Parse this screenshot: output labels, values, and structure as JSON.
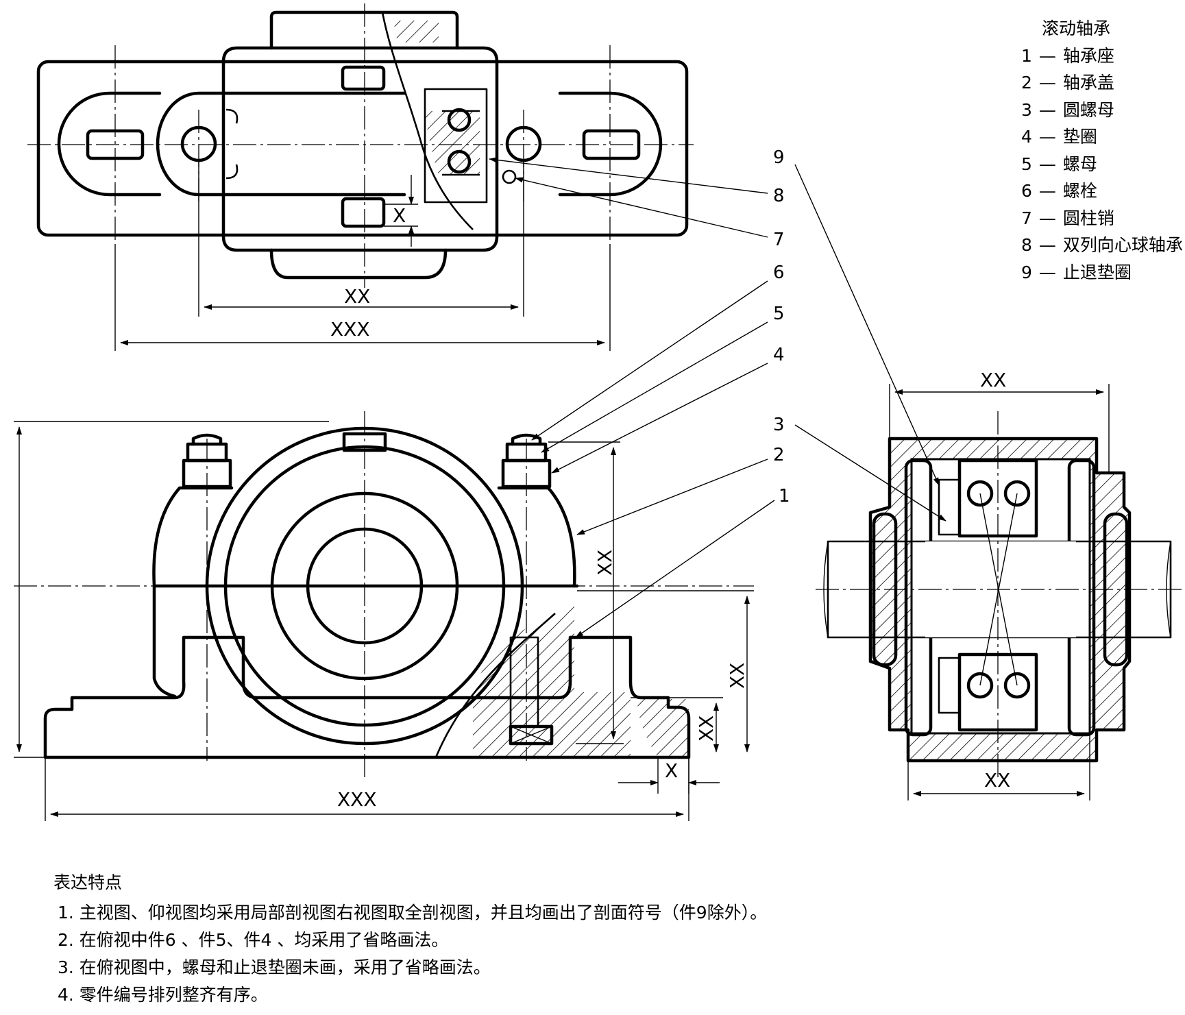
{
  "legend": {
    "title": "滚动轴承",
    "items": [
      {
        "num": "1",
        "name": "轴承座"
      },
      {
        "num": "2",
        "name": "轴承盖"
      },
      {
        "num": "3",
        "name": "圆螺母"
      },
      {
        "num": "4",
        "name": "垫圈"
      },
      {
        "num": "5",
        "name": "螺母"
      },
      {
        "num": "6",
        "name": "螺栓"
      },
      {
        "num": "7",
        "name": "圆柱销"
      },
      {
        "num": "8",
        "name": "双列向心球轴承"
      },
      {
        "num": "9",
        "name": "止退垫圈"
      }
    ],
    "dash": "—"
  },
  "dimensions": {
    "top_inner": "XX",
    "top_outer": "XXX",
    "top_slot": "X",
    "front_height_cap": "XX",
    "front_height_center": "XX",
    "front_base_height": "XX",
    "front_base_offset": "X",
    "front_length": "XXX",
    "side_top_width": "XX",
    "side_bottom_width": "XX"
  },
  "part_labels": {
    "p1": "1",
    "p2": "2",
    "p3": "3",
    "p4": "4",
    "p5": "5",
    "p6": "6",
    "p7": "7",
    "p8": "8",
    "p9": "9"
  },
  "notes": {
    "title": "表达特点",
    "items": [
      "1. 主视图、仰视图均采用局部剖视图右视图取全剖视图，并且均画出了剖面符号（件9除外）。",
      "2. 在俯视中件6 、件5、件4 、均采用了省略画法。",
      "3. 在俯视图中，螺母和止退垫圈未画，采用了省略画法。",
      "4. 零件编号排列整齐有序。"
    ]
  }
}
